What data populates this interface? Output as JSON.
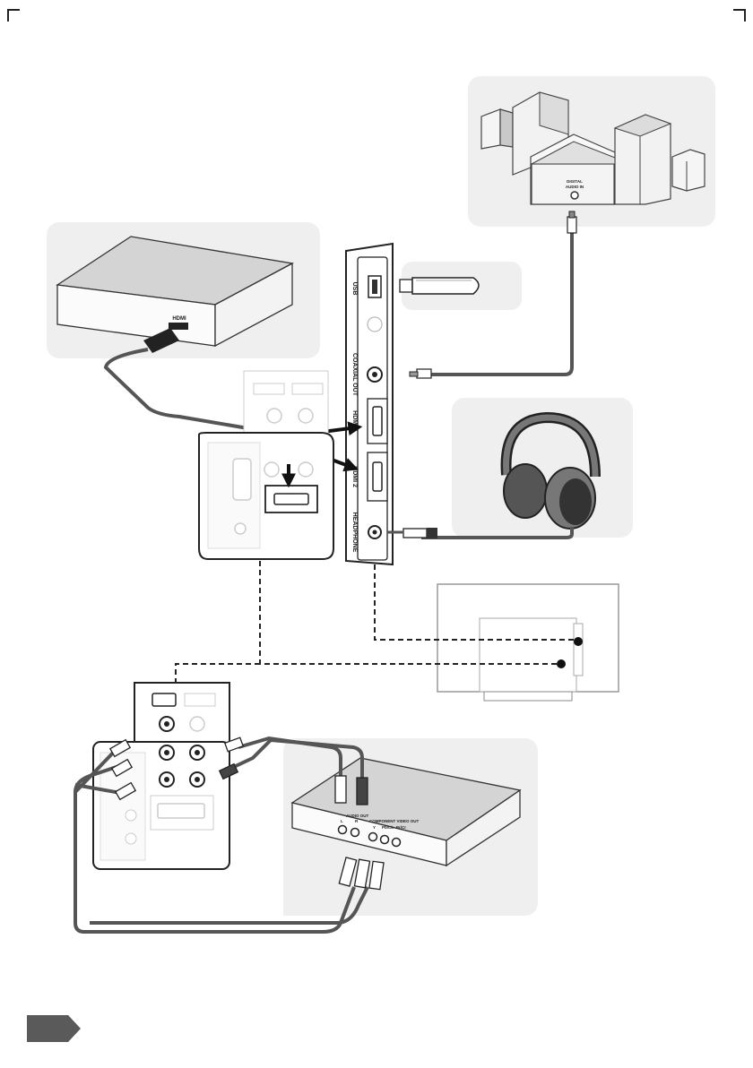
{
  "tv_panel": {
    "usb_label": "USB",
    "coaxial_label": "COAXIAL OUT",
    "hdmi1_label": "HDMI 1",
    "hdmi2_label": "HDMI 2",
    "headphone_label": "HEADPHONE"
  },
  "soundbar": {
    "input_label_1": "DIGITAL",
    "input_label_2": "AUDIO IN"
  },
  "settop_box": {
    "hdmi_label": "HDMI"
  },
  "dvd_player": {
    "audio_out_label": "AUDIO OUT",
    "audio_l": "L",
    "audio_r": "R",
    "component_label": "COMPONENT VIDEO OUT",
    "comp_y": "Y",
    "comp_pb": "Pb/Cb",
    "comp_pr": "Pr/Cr"
  },
  "colors": {
    "panel_bg": "#efefef",
    "line": "#2a2a2a",
    "cable": "#555555",
    "page_tab": "#5a5a5a"
  }
}
